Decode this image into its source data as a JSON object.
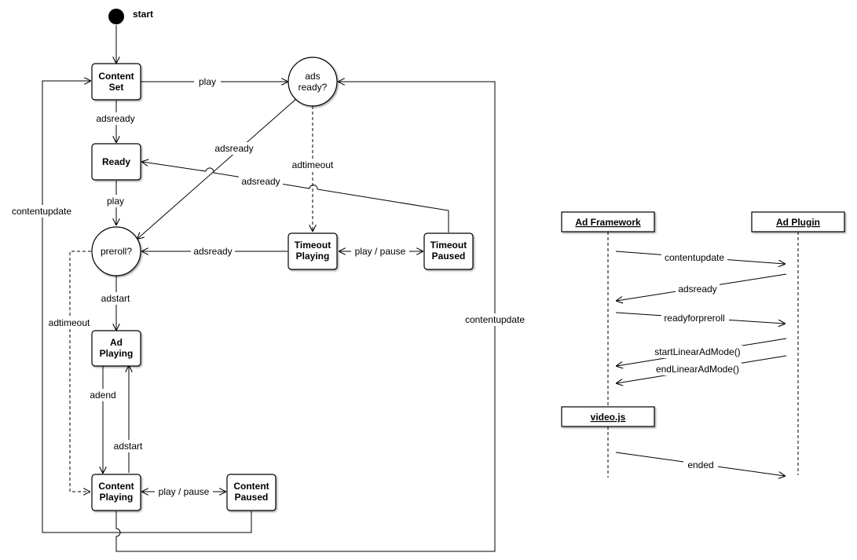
{
  "state_diagram": {
    "start_label": "start",
    "nodes": {
      "content_set": [
        "Content",
        "Set"
      ],
      "ads_ready": [
        "ads",
        "ready?"
      ],
      "ready": [
        "Ready"
      ],
      "preroll": [
        "preroll?"
      ],
      "timeout_playing": [
        "Timeout",
        "Playing"
      ],
      "timeout_paused": [
        "Timeout",
        "Paused"
      ],
      "ad_playing": [
        "Ad",
        "Playing"
      ],
      "content_playing": [
        "Content",
        "Playing"
      ],
      "content_paused": [
        "Content",
        "Paused"
      ]
    },
    "edges": {
      "play_to_adsready": "play",
      "contentset_adsready": "adsready",
      "adsready_diag": "adsready",
      "adtimeout_center": "adtimeout",
      "adsready_timeoutpaused": "adsready",
      "play_ready": "play",
      "contentupdate_left": "contentupdate",
      "adsready_timeoutplaying": "adsready",
      "timeout_play_pause": "play / pause",
      "adstart_preroll": "adstart",
      "adtimeout_left": "adtimeout",
      "contentupdate_right": "contentupdate",
      "adend": "adend",
      "adstart_back": "adstart",
      "content_play_pause": "play / pause"
    }
  },
  "sequence_diagram": {
    "actors": {
      "ad_framework": "Ad Framework",
      "ad_plugin": "Ad Plugin",
      "videojs": "video.js"
    },
    "messages": {
      "contentupdate": "contentupdate",
      "adsready": "adsready",
      "readyforpreroll": "readyforpreroll",
      "start_linear": "startLinearAdMode()",
      "end_linear": "endLinearAdMode()",
      "ended": "ended"
    }
  }
}
